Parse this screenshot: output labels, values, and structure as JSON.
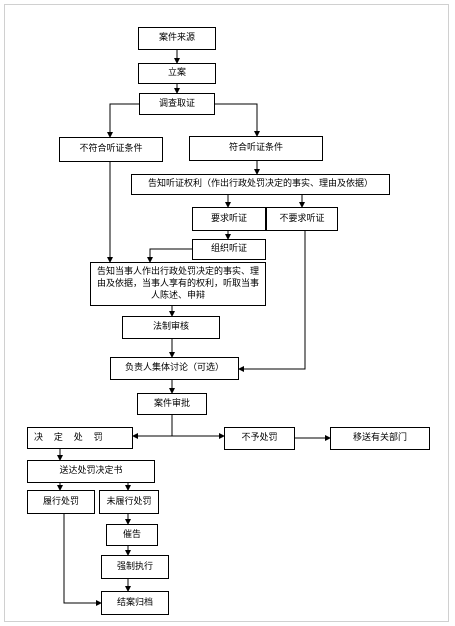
{
  "flowchart": {
    "case_source": "案件来源",
    "file_case": "立案",
    "investigation": "调查取证",
    "not_meet_hearing": "不符合听证条件",
    "meet_hearing": "符合听证条件",
    "notify_hearing_right": "告知听证权利（作出行政处罚决定的事实、理由及依据）",
    "request_hearing": "要求听证",
    "no_request_hearing": "不要求听证",
    "organize_hearing": "组织听证",
    "notify_party": "告知当事人作出行政处罚决定的事实、理由及依据，当事人享有的权利，听取当事人陈述、申辩",
    "legal_review": "法制审核",
    "collective_discussion": "负责人集体讨论（可选）",
    "case_approval": "案件审批",
    "decide_penalty": "决 定 处 罚",
    "no_penalty": "不予处罚",
    "transfer": "移送有关部门",
    "deliver_decision": "送达处罚决定书",
    "fulfill_penalty": "履行处罚",
    "not_fulfill_penalty": "未履行处罚",
    "urge": "催告",
    "enforce": "强制执行",
    "close_archive": "结案归档"
  }
}
